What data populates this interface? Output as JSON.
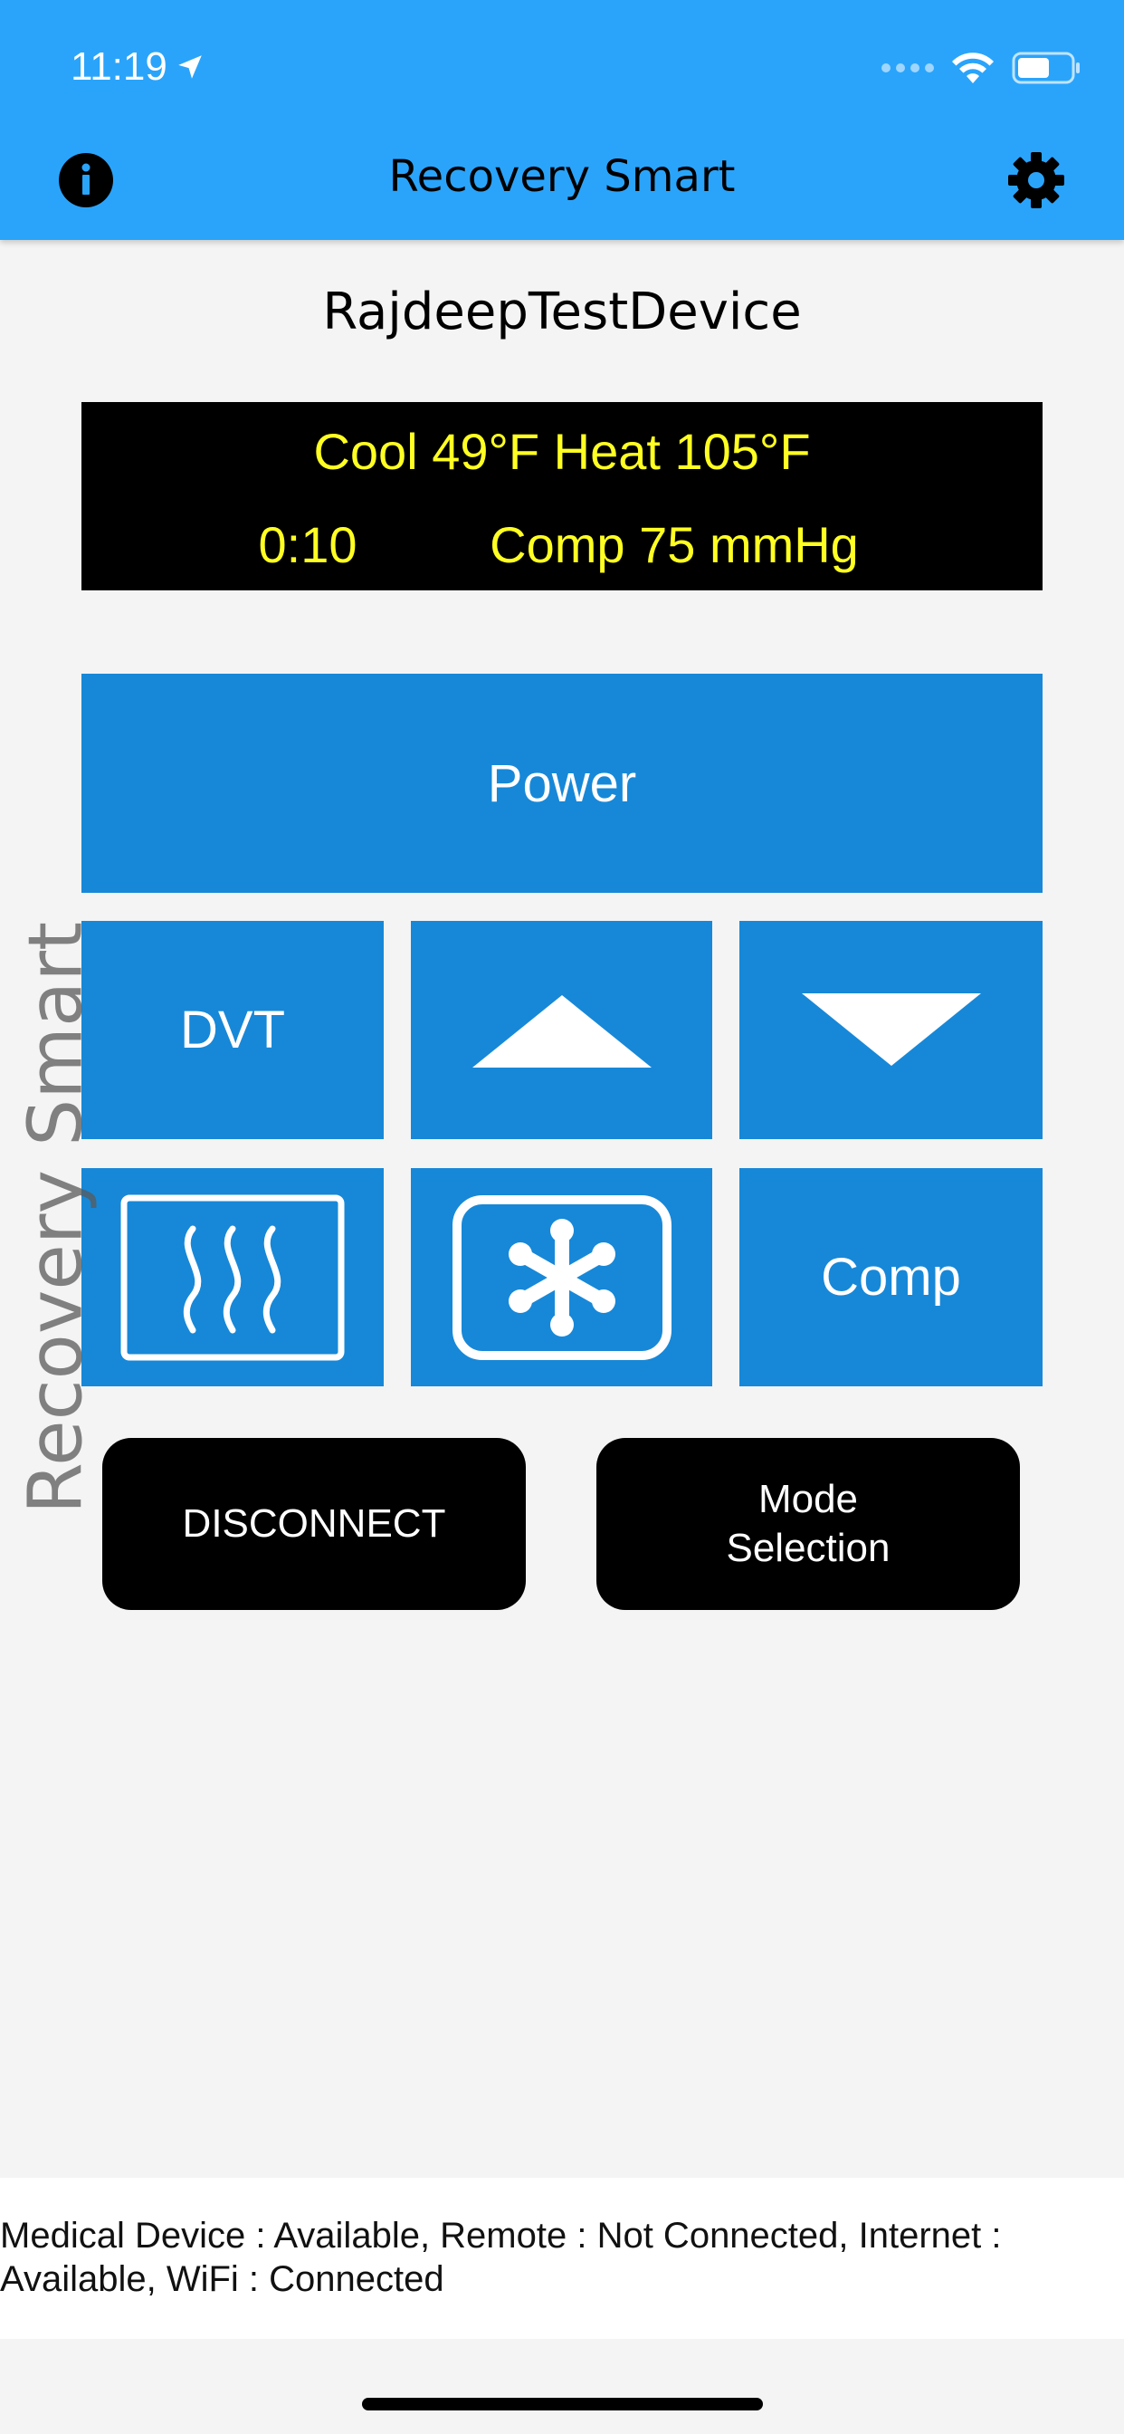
{
  "status_bar": {
    "time": "11:19"
  },
  "header": {
    "title": "Recovery Smart"
  },
  "device": {
    "name": "RajdeepTestDevice"
  },
  "display": {
    "line1": "Cool 49°F Heat 105°F",
    "time": "0:10",
    "comp": "Comp 75 mmHg"
  },
  "controls": {
    "power": "Power",
    "dvt": "DVT",
    "comp": "Comp"
  },
  "side_label": "Recovery Smart",
  "actions": {
    "disconnect": "DISCONNECT",
    "mode_selection": "Mode\nSelection"
  },
  "footer": {
    "status": "Medical Device : Available, Remote : Not Connected, Internet : Available, WiFi : Connected"
  },
  "icons": {
    "status": [
      "location-arrow-icon",
      "cellular-signal-icon",
      "wifi-icon",
      "battery-icon"
    ],
    "header": [
      "info-icon",
      "gear-icon"
    ],
    "controls": [
      "triangle-up-icon",
      "triangle-down-icon",
      "heat-icon",
      "snowflake-icon"
    ]
  },
  "colors": {
    "header_bg": "#2aa4fb",
    "button_bg": "#1788d8",
    "display_bg": "#000000",
    "display_text": "#ffff22"
  }
}
